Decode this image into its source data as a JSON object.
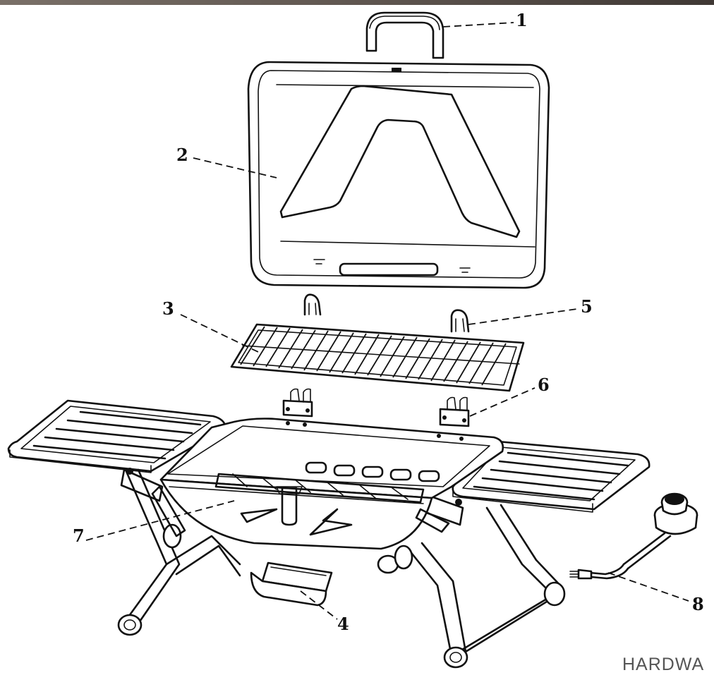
{
  "callouts": [
    "1",
    "2",
    "3",
    "4",
    "5",
    "6",
    "7",
    "8"
  ],
  "watermark": "HARDWA",
  "colors": {
    "line": "#111111",
    "background": "#ffffff",
    "top_bar": "#5d544e",
    "watermark": "#555555"
  }
}
